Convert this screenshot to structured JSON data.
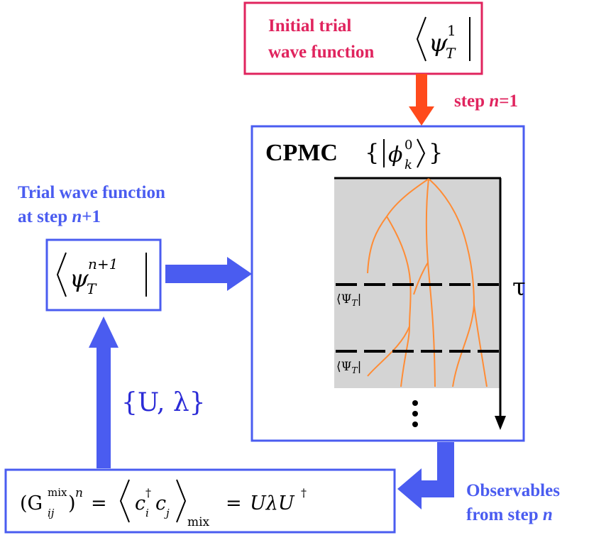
{
  "colors": {
    "crimson": "#e0245e",
    "blue": "#4a5cf0",
    "dark_blue": "#2b2bd6",
    "orange_arrow": "#ff4a1c",
    "walker": "#ff8c35",
    "panel_bg": "#d4d4d4",
    "black": "#000000"
  },
  "initial_box": {
    "label_line1": "Initial trial",
    "label_line2": "wave function",
    "bra_symbol": "ψ",
    "bra_sup": "1",
    "bra_sub": "T"
  },
  "step_label": {
    "prefix": "step ",
    "n": "n",
    "suffix": "=1"
  },
  "cpmc_box": {
    "title": "CPMC",
    "set_open": "{",
    "set_close": "}",
    "phi": "ϕ",
    "phi_sup": "0",
    "phi_sub": "k",
    "tau": "τ",
    "psi_label_1": "⟨Ψ",
    "psi_label_1_sub": "T",
    "psi_label_1_end": "|",
    "psi_label_2": "⟨Ψ",
    "psi_label_2_sub": "T",
    "psi_label_2_end": "|",
    "dots": "⋮"
  },
  "trial_label": {
    "line1": "Trial wave function",
    "line2_prefix": "at step ",
    "line2_n": "n",
    "line2_suffix": "+1"
  },
  "trial_box": {
    "bra_symbol": "ψ",
    "bra_sup": "n+1",
    "bra_sub": "T"
  },
  "update_label": {
    "text": "{U, λ}"
  },
  "bottom_box": {
    "lhs_open": "(G",
    "lhs_sup": "mix",
    "lhs_sub": "ij",
    "lhs_close": ")",
    "lhs_pow": "n",
    "eq1": " = ",
    "c1": "c",
    "c1_sub": "i",
    "c1_sup": "†",
    "c2": "c",
    "c2_sub": "j",
    "mix": "mix",
    "eq2": " = ",
    "rhs": "UλU",
    "rhs_sup": "†"
  },
  "observables_label": {
    "line1": "Observables",
    "line2_prefix": "from step ",
    "line2_n": "n"
  }
}
